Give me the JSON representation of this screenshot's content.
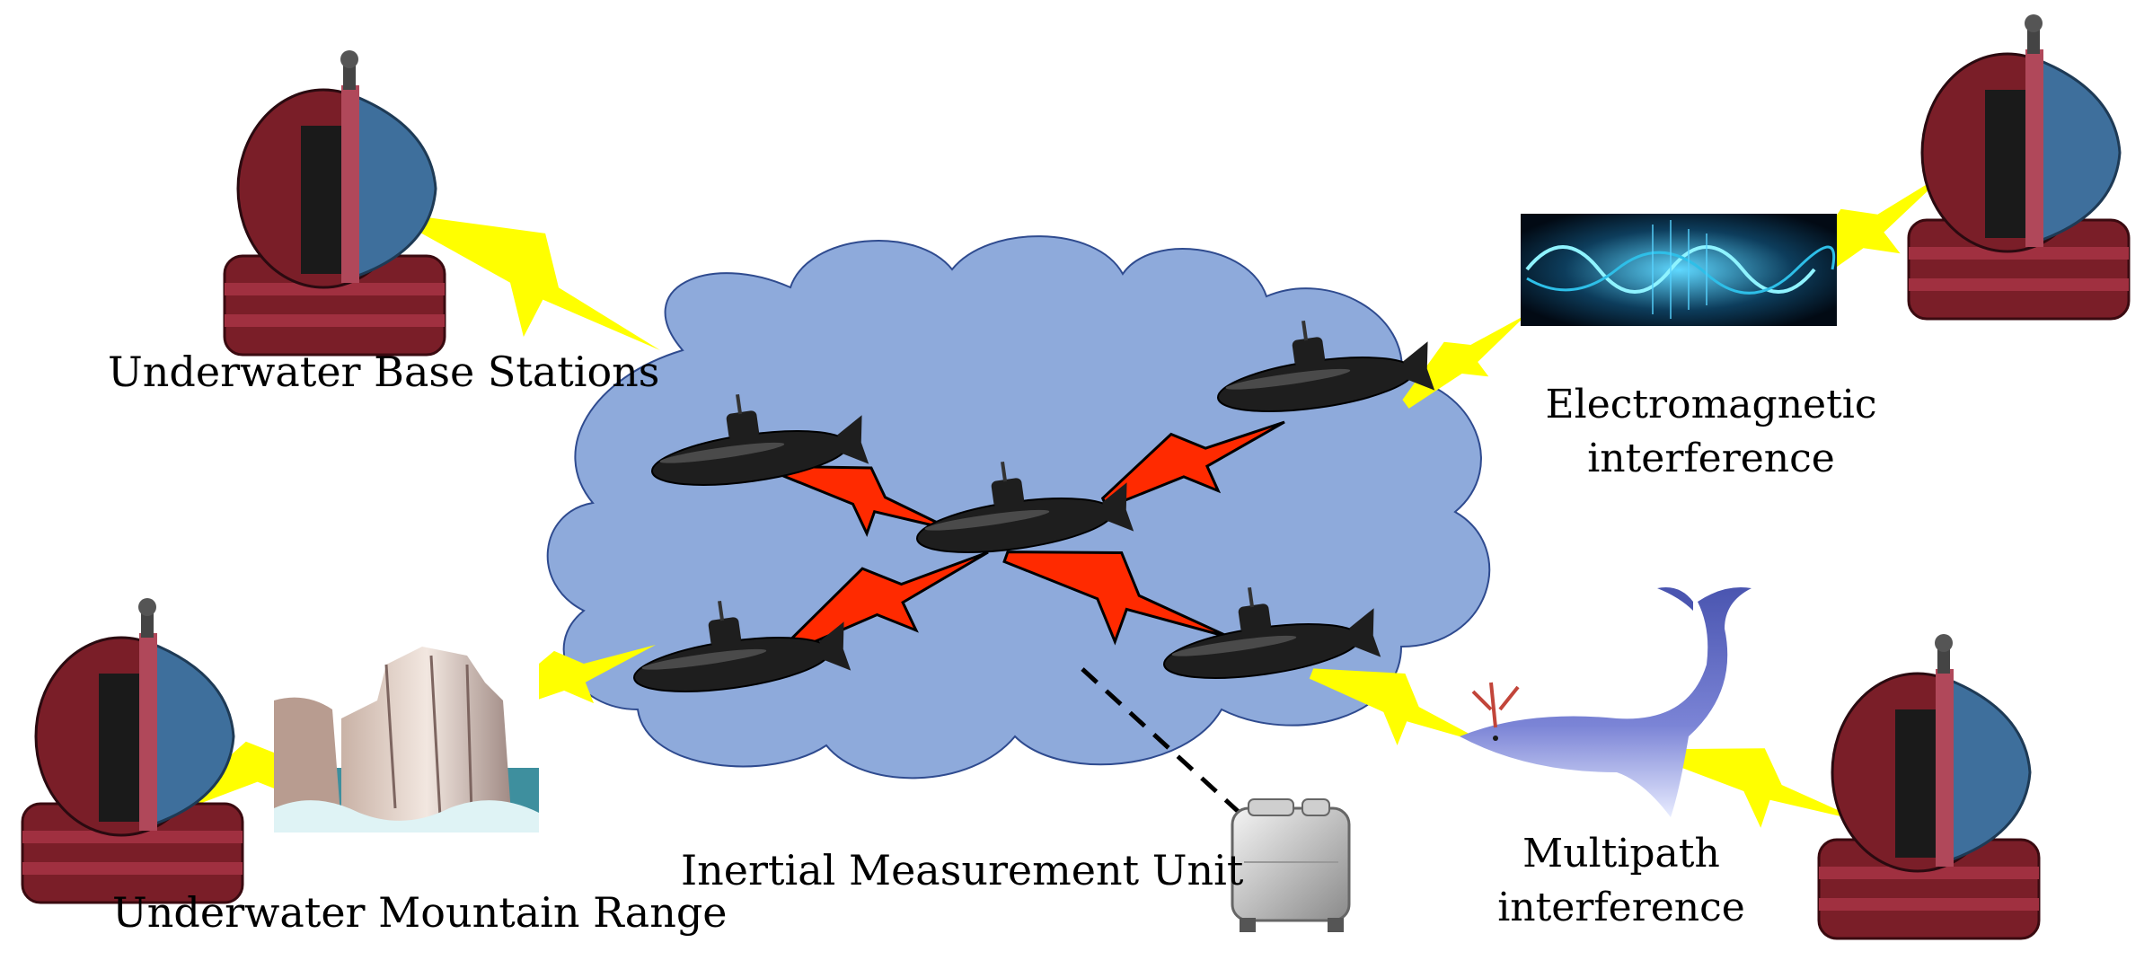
{
  "labels": {
    "base_stations": "Underwater Base Stations",
    "em_interference_line1": "Electromagnetic",
    "em_interference_line2": "interference",
    "mountain_range": "Underwater Mountain Range",
    "imu": "Inertial Measurement Unit",
    "multipath_line1": "Multipath",
    "multipath_line2": "interference"
  },
  "colors": {
    "cloud_fill": "#8eaadb",
    "cloud_stroke": "#2f4b8f",
    "signal_yellow": "#ffff00",
    "signal_red": "#ff2a00",
    "submarine": "#1e1e1e",
    "buoy_red": "#7a1e28",
    "buoy_blue": "#3e6f9c",
    "whale": "#5560b8"
  },
  "icons": {
    "base_station": "buoy-icon",
    "auv": "submarine-icon",
    "imu": "suitcase-icon",
    "whale": "whale-icon",
    "mountain": "mountain-icon",
    "em_wave": "waveform-icon"
  }
}
